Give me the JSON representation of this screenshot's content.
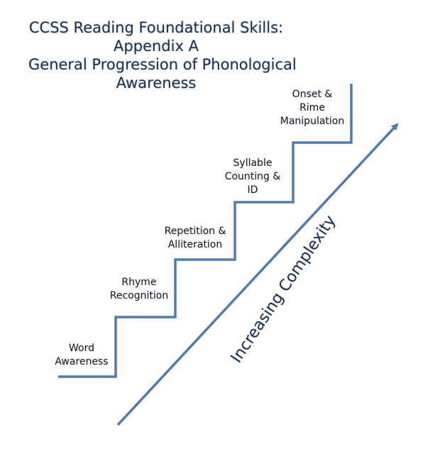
{
  "title": {
    "lines": [
      "CCSS Reading Foundational Skills:",
      "Appendix A",
      "General Progression of Phonological",
      "Awareness"
    ]
  },
  "steps": [
    {
      "lines": [
        "Word",
        "Awareness"
      ]
    },
    {
      "lines": [
        "Rhyme",
        "Recognition"
      ]
    },
    {
      "lines": [
        "Repetition &",
        "Alliteration"
      ]
    },
    {
      "lines": [
        "Syllable",
        "Counting &",
        "ID"
      ]
    },
    {
      "lines": [
        "Onset &",
        "Rime",
        "Manipulation"
      ]
    }
  ],
  "arrow_label": "Increasing Complexity",
  "colors": {
    "line": "#4f7bb3",
    "title_text": "#1f2f4f",
    "glow": "#b9cde6"
  }
}
